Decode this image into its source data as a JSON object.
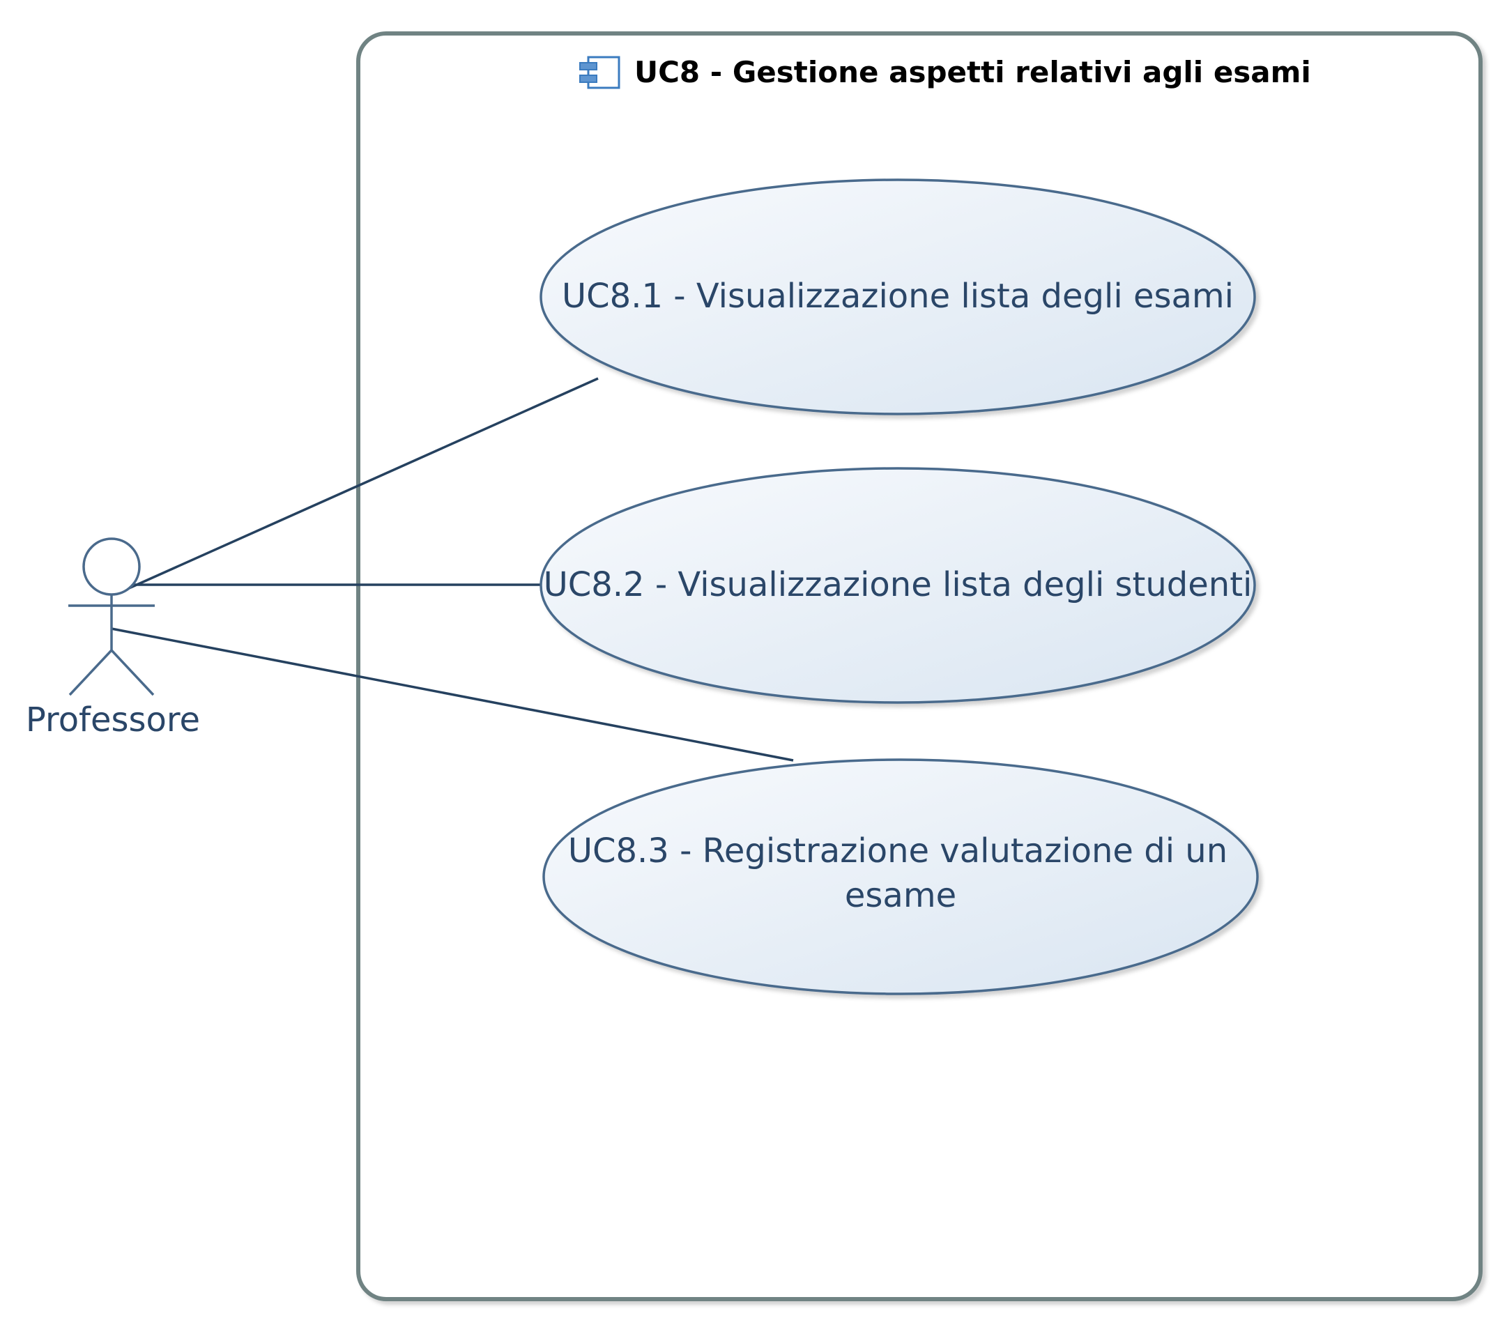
{
  "system": {
    "title": "UC8 - Gestione aspetti relativi agli esami",
    "icon": "component-icon"
  },
  "actor": {
    "name": "Professore",
    "icon": "stick-figure-actor-icon"
  },
  "use_cases": [
    {
      "id": "uc8-1",
      "lines": [
        "UC8.1 - Visualizzazione lista degli esami"
      ]
    },
    {
      "id": "uc8-2",
      "lines": [
        "UC8.2 - Visualizzazione lista degli studenti"
      ]
    },
    {
      "id": "uc8-3",
      "lines": [
        "UC8.3 - Registrazione valutazione di un",
        "esame"
      ]
    }
  ],
  "colors": {
    "boundary_stroke": "#6f8383",
    "ellipse_stroke": "#4a6a8c",
    "ellipse_fill_top": "#f6f9fc",
    "ellipse_fill_bottom": "#dce7f2",
    "line": "#25415f",
    "text": "#2a4668",
    "icon": "#3b7bbf"
  }
}
